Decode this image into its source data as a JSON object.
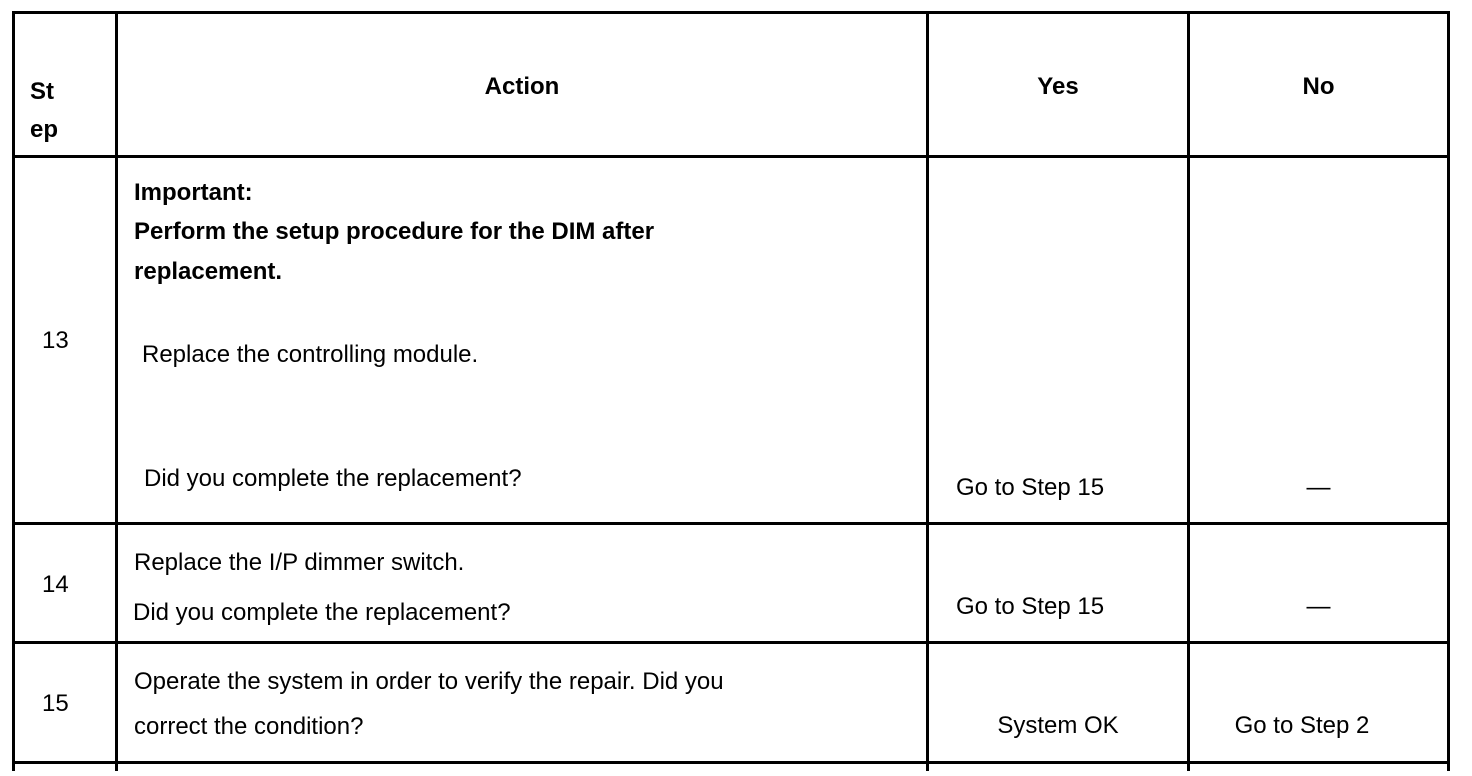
{
  "header": {
    "step": [
      "St",
      "ep"
    ],
    "action": "Action",
    "yes": "Yes",
    "no": "No"
  },
  "rows": [
    {
      "step": "13",
      "important_label": "Important:",
      "important_text": [
        "Perform the setup procedure for the DIM after",
        "replacement."
      ],
      "action": "Replace the controlling module.",
      "question": "Did you complete the replacement?",
      "yes": "Go to Step 15",
      "no": "—"
    },
    {
      "step": "14",
      "action": "Replace the I/P dimmer switch.",
      "question": "Did you complete the replacement?",
      "yes": "Go to Step 15",
      "no": "—"
    },
    {
      "step": "15",
      "action": [
        "Operate the system in order to verify the repair. Did you",
        "correct the condition?"
      ],
      "yes": "System OK",
      "no": "Go to Step 2"
    }
  ]
}
